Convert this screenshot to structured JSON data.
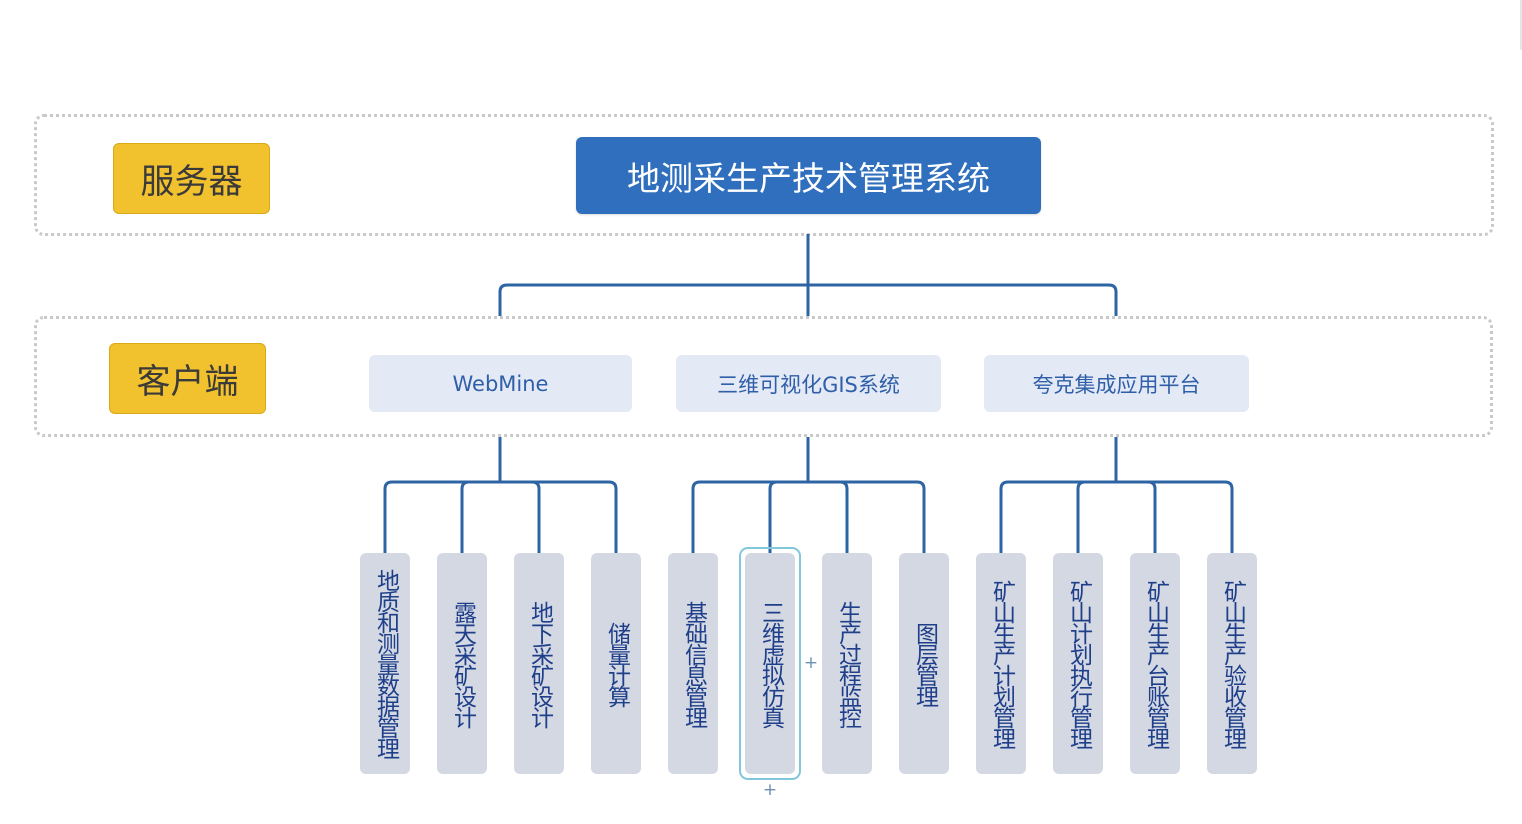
{
  "server_tier": {
    "label": "服务器",
    "system": "地测采生产技术管理系统"
  },
  "client_tier": {
    "label": "客户端",
    "clients": [
      "WebMine",
      "三维可视化GIS系统",
      "夸克集成应用平台"
    ]
  },
  "modules": [
    "地质和测量数据管理",
    "露天采矿设计",
    "地下采矿设计",
    "储量计算",
    "基础信息管理",
    "三维虚拟仿真",
    "生产过程监控",
    "图层管理",
    "矿山生产计划管理",
    "矿山计划执行管理",
    "矿山生产台账管理",
    "矿山生产验收管理"
  ],
  "colors": {
    "connector": "#2e64a3",
    "server_box": "#2f6fbd",
    "tier_label": "#f2c12e",
    "client_box": "#e4e9f6",
    "module_box": "#d3d8e3",
    "selection": "#82c7dc"
  },
  "controls": {
    "expand_symbol": "+"
  }
}
